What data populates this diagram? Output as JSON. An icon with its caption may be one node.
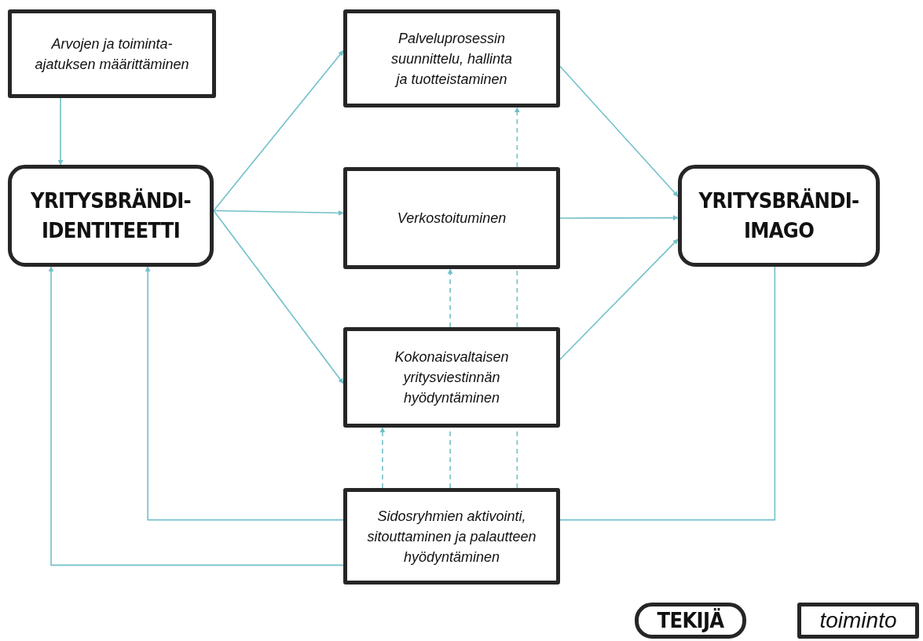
{
  "diagram": {
    "nodes": [
      {
        "text": [
          "Arvojen ja toiminta- ajatuksen määrittäminen"
        ]
      },
      {
        "text": [
          "YRITYSBRÄNDI- IDENTITEETTI"
        ]
      },
      {
        "text": [
          "Palveluprosessin suunnittelu, hallinta ja tuotteistaminen"
        ]
      },
      {
        "text": [
          "Verkostoituminen"
        ]
      },
      {
        "text": [
          "Kokonaisvaltaisen yritysviestinnän hyödyntäminen"
        ]
      },
      {
        "text": [
          "YRITYSBRÄNDI- IMAGO"
        ]
      },
      {
        "text": [
          "Sidosryhmien aktivointi, sitouttaminen ja palautteen hyödyntäminen"
        ]
      },
      {
        "text": [
          "TEKIJÄ"
        ]
      },
      {
        "text": [
          "toiminto"
        ]
      }
    ],
    "edges": [
      {
        "from": 0,
        "to": 1,
        "arrow": "to"
      },
      {
        "from": 1,
        "to": 2,
        "arrow": "to"
      },
      {
        "from": 1,
        "to": 3,
        "arrow": "to"
      },
      {
        "from": 1,
        "to": 4,
        "arrow": "to"
      },
      {
        "from": 2,
        "to": 5,
        "arrow": "to"
      },
      {
        "from": 3,
        "to": 5,
        "arrow": "to"
      },
      {
        "from": 4,
        "to": 5,
        "arrow": "to"
      },
      {
        "from": 3,
        "to": 2,
        "arrow": "to",
        "style": "dashed"
      },
      {
        "from": 4,
        "to": 3,
        "arrow": "to",
        "style": "dashed"
      },
      {
        "from": 4,
        "to": 3,
        "arrow": "none",
        "style": "dashed"
      },
      {
        "from": 6,
        "to": 4,
        "arrow": "to",
        "style": "dashed"
      },
      {
        "from": 6,
        "to": 4,
        "arrow": "none",
        "style": "dashed"
      },
      {
        "from": 6,
        "to": 4,
        "arrow": "none",
        "style": "dashed"
      },
      {
        "from": 6,
        "to": 1,
        "arrow": "to"
      },
      {
        "from": 6,
        "to": 1,
        "arrow": "to"
      },
      {
        "from": 6,
        "to": 5,
        "arrow": "none"
      }
    ]
  }
}
